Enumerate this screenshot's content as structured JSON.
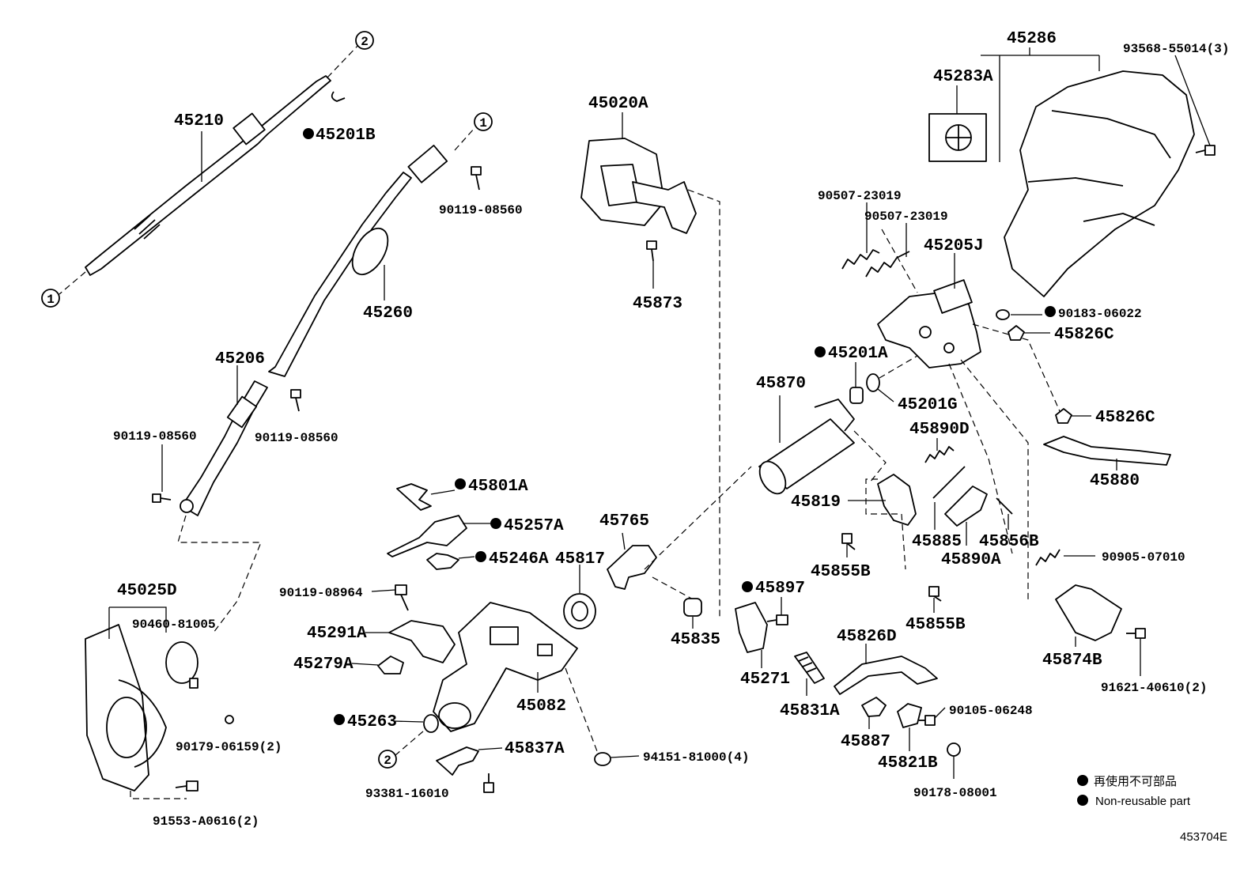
{
  "diagram": {
    "code": "453704E",
    "legend": {
      "jp": "再使用不可部品",
      "en": "Non-reusable part"
    },
    "circle_refs": {
      "one": "1",
      "two": "2"
    },
    "parts": {
      "p45210": "45210",
      "p45201B": "45201B",
      "p45260": "45260",
      "p90119_a": "90119-08560",
      "p45206": "45206",
      "p90119_b": "90119-08560",
      "p90119_c": "90119-08560",
      "p45025D": "45025D",
      "p90460": "90460-81005",
      "p90179": "90179-06159(2)",
      "p91553": "91553-A0616(2)",
      "p45020A": "45020A",
      "p45873": "45873",
      "p45801A": "45801A",
      "p45257A": "45257A",
      "p45246A": "45246A",
      "p90119_08964": "90119-08964",
      "p45291A": "45291A",
      "p45279A": "45279A",
      "p45263": "45263",
      "p45837A": "45837A",
      "p93381": "93381-16010",
      "p45817": "45817",
      "p45765": "45765",
      "p45082": "45082",
      "p94151": "94151-81000(4)",
      "p45835": "45835",
      "p45897": "45897",
      "p45271": "45271",
      "p45831A": "45831A",
      "p45826D": "45826D",
      "p45887": "45887",
      "p45821B": "45821B",
      "p90105": "90105-06248",
      "p90178": "90178-08001",
      "p45870": "45870",
      "p45201A": "45201A",
      "p45201G": "45201G",
      "p45890D": "45890D",
      "p45819": "45819",
      "p45855B_a": "45855B",
      "p45855B_b": "45855B",
      "p45885": "45885",
      "p45856B": "45856B",
      "p45890A": "45890A",
      "p90507_a": "90507-23019",
      "p90507_b": "90507-23019",
      "p45205J": "45205J",
      "p90183": "90183-06022",
      "p45826C_a": "45826C",
      "p45826C_b": "45826C",
      "p45880": "45880",
      "p90905": "90905-07010",
      "p45874B": "45874B",
      "p91621": "91621-40610(2)",
      "p45286": "45286",
      "p45283A": "45283A",
      "p93568": "93568-55014(3)"
    }
  }
}
